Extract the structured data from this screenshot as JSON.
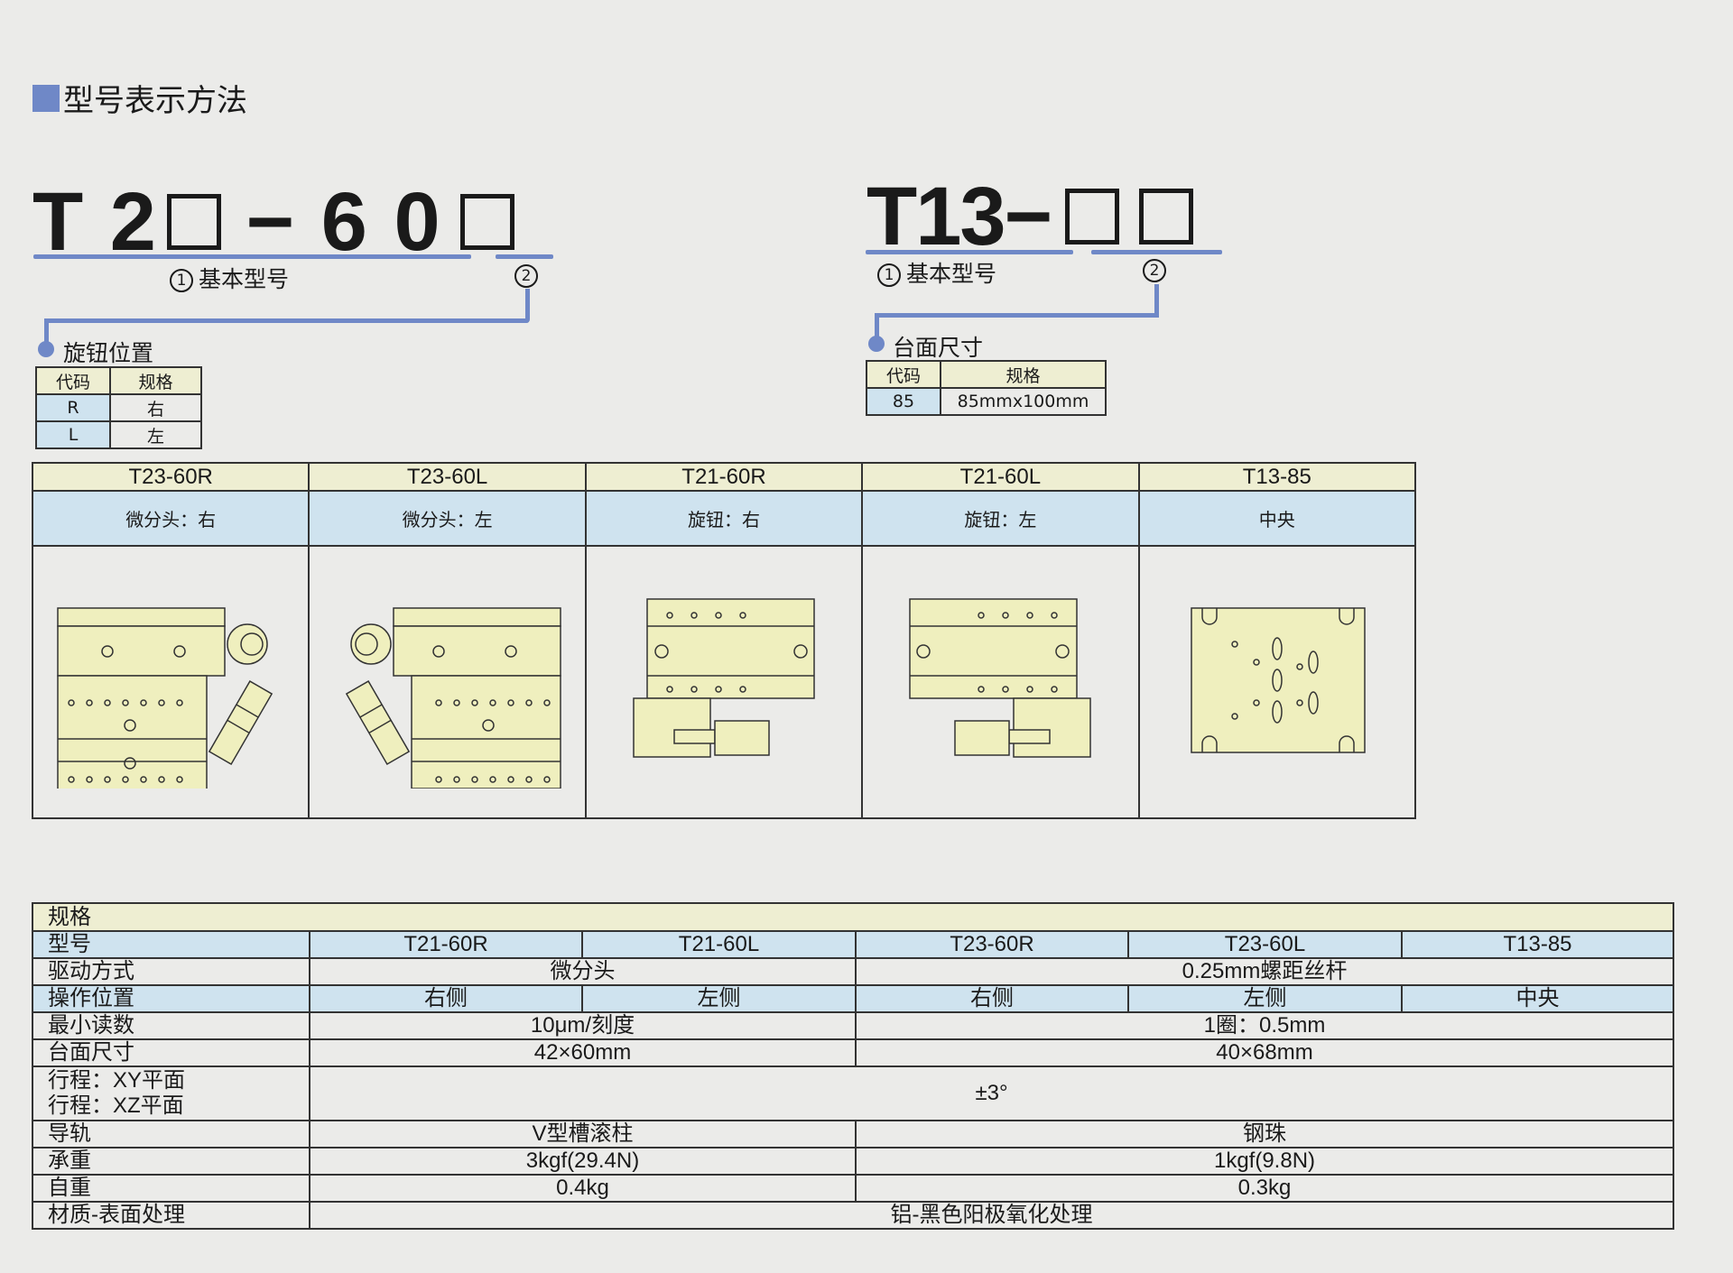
{
  "section_title": "型号表示方法",
  "left_code": {
    "prefix": "T 2",
    "middle": " − 6 0",
    "part1_label": "基本型号",
    "part1_num": "1",
    "part2_num": "2",
    "option_title": "旋钮位置",
    "table": {
      "headers": [
        "代码",
        "规格"
      ],
      "rows": [
        [
          "R",
          "右"
        ],
        [
          "L",
          "左"
        ]
      ]
    }
  },
  "right_code": {
    "prefix": "T13−",
    "part1_label": "基本型号",
    "part1_num": "1",
    "part2_num": "2",
    "option_title": "台面尺寸",
    "table": {
      "headers": [
        "代码",
        "规格"
      ],
      "rows": [
        [
          "85",
          "85mmx100mm"
        ]
      ]
    }
  },
  "products": [
    {
      "model": "T23-60R",
      "desc": "微分头：右"
    },
    {
      "model": "T23-60L",
      "desc": "微分头：左"
    },
    {
      "model": "T21-60R",
      "desc": "旋钮：右"
    },
    {
      "model": "T21-60L",
      "desc": "旋钮：左"
    },
    {
      "model": "T13-85",
      "desc": "中央"
    }
  ],
  "spec": {
    "title": "规格",
    "model_label": "型号",
    "models": [
      "T21-60R",
      "T21-60L",
      "T23-60R",
      "T23-60L",
      "T13-85"
    ],
    "drive": {
      "label": "驱动方式",
      "a": "微分头",
      "b": "0.25mm螺距丝杆"
    },
    "position": {
      "label": "操作位置",
      "values": [
        "右侧",
        "左侧",
        "右侧",
        "左侧",
        "中央"
      ]
    },
    "min_read": {
      "label": "最小读数",
      "a": "10μm/刻度",
      "b": "1圈：0.5mm"
    },
    "table_size": {
      "label": "台面尺寸",
      "a": "42×60mm",
      "b": "40×68mm"
    },
    "travel": {
      "label1": "行程：XY平面",
      "label2": "行程：XZ平面",
      "value": "±3°"
    },
    "guide": {
      "label": "导轨",
      "a": "V型槽滚柱",
      "b": "钢珠"
    },
    "load": {
      "label": "承重",
      "a": "3kgf(29.4N)",
      "b": "1kgf(9.8N)"
    },
    "weight": {
      "label": "自重",
      "a": "0.4kg",
      "b": "0.3kg"
    },
    "material": {
      "label": "材质-表面处理",
      "value": "铝-黑色阳极氧化处理"
    }
  }
}
